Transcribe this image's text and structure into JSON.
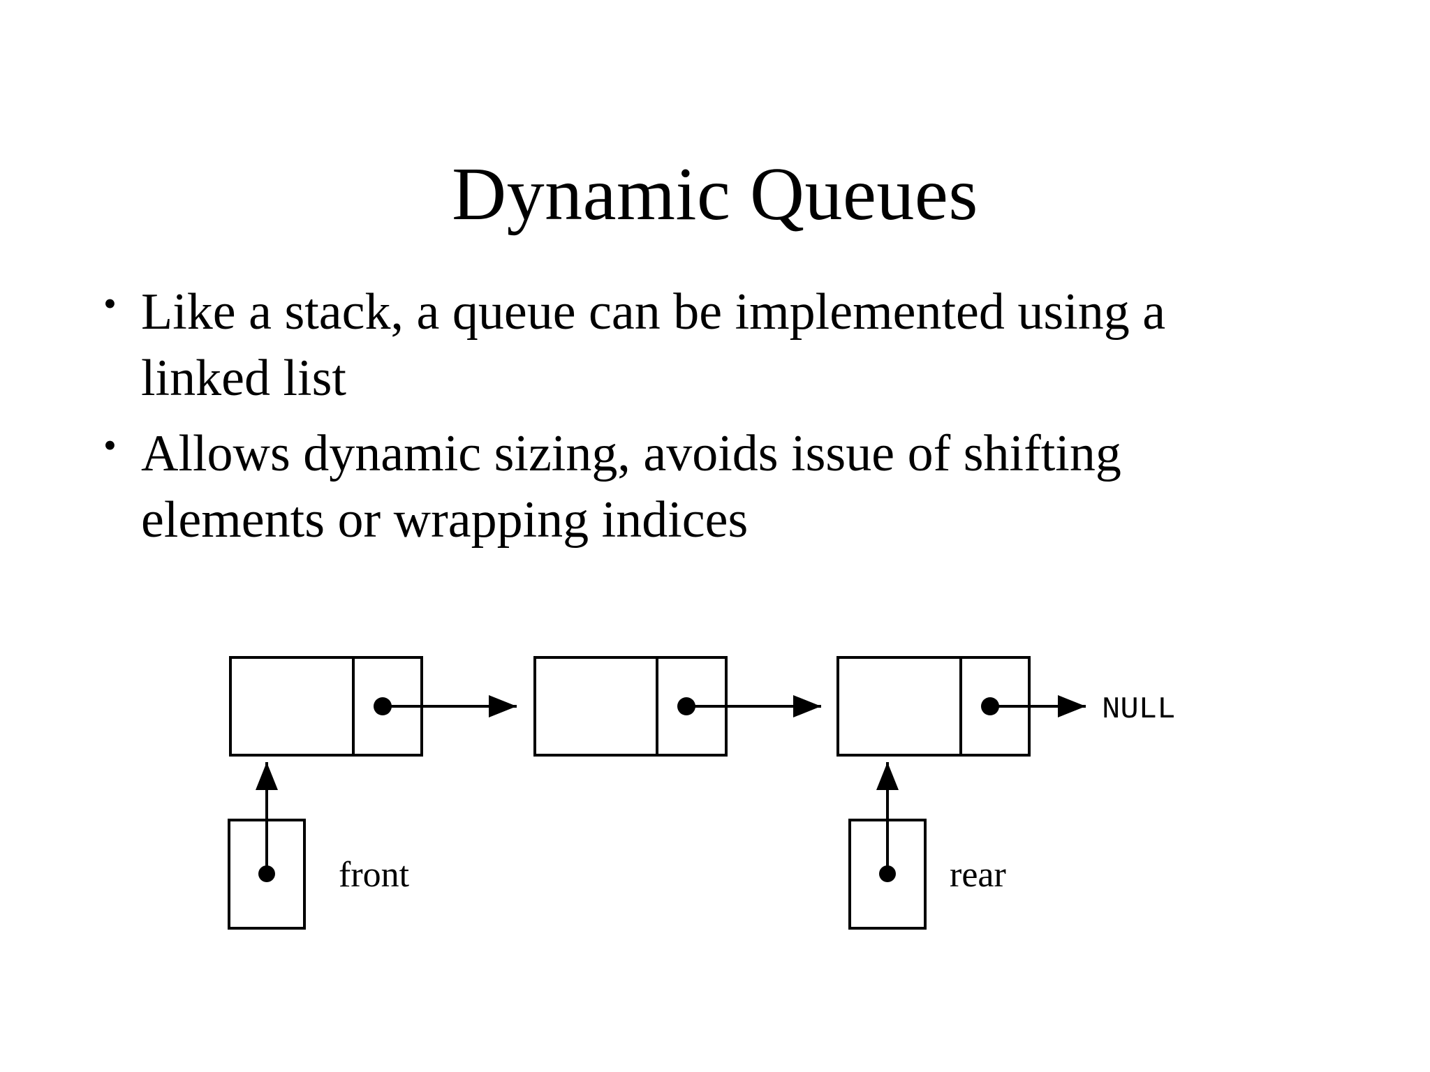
{
  "slide": {
    "title": "Dynamic Queues",
    "background_color": "#ffffff",
    "text_color": "#000000",
    "bullet_glyph": "•",
    "bullets": [
      "Like a stack, a queue can be implemented using a linked list",
      "Allows dynamic sizing, avoids issue of shifting elements or wrapping indices"
    ]
  },
  "diagram": {
    "type": "linked-list-queue",
    "node_count": 3,
    "terminator_label": "NULL",
    "pointer_labels": {
      "front": "front",
      "rear": "rear"
    },
    "stroke_color": "#000000"
  }
}
